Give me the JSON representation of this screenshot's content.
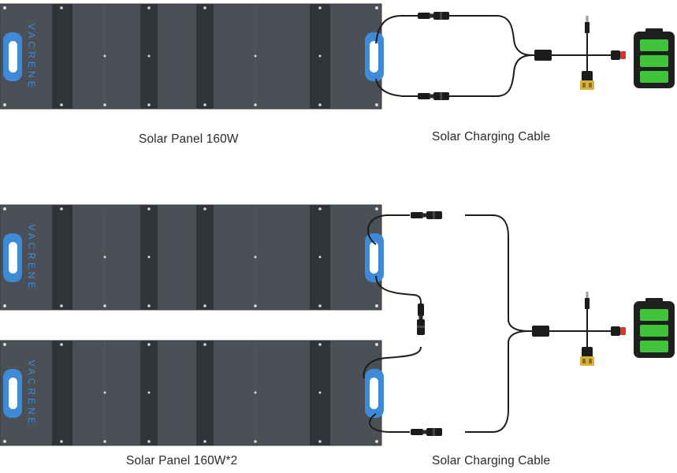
{
  "brand": {
    "logo_text": "VACRENE"
  },
  "colors": {
    "panel_body": "#4a4e55",
    "panel_strip": "#303338",
    "handle": "#3f8ad6",
    "cable": "#1c1c1c",
    "battery_fill": "#3fc43b",
    "connector_red": "#d9342b"
  },
  "single_setup": {
    "panel_label": "Solar Panel 160W",
    "cable_label": "Solar Charging Cable"
  },
  "dual_setup": {
    "panel_label": "Solar Panel 160W*2",
    "cable_label": "Solar Charging Cable"
  },
  "battery": {
    "charge_bars": 3
  },
  "icons": [
    "solar-panel-icon",
    "handle-icon",
    "mc4-connector-icon",
    "y-splitter-icon",
    "dc-plug-icon",
    "battery-icon"
  ]
}
